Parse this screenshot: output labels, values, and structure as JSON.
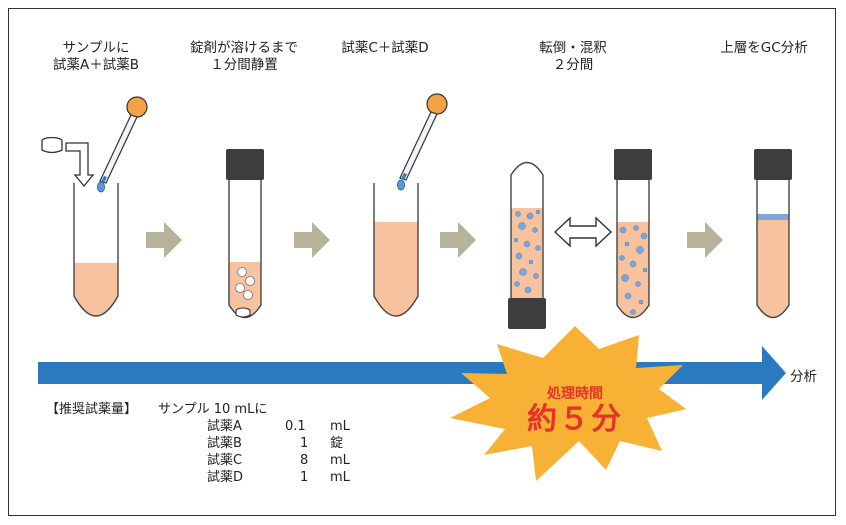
{
  "steps": [
    {
      "line1": "サンプルに",
      "line2": "試薬A＋試薬B"
    },
    {
      "line1": "錠剤が溶けるまで",
      "line2": "１分間静置"
    },
    {
      "line1": "試薬C＋試薬D",
      "line2": ""
    },
    {
      "line1": "転倒・混釈",
      "line2": "２分間"
    },
    {
      "line1": "上層をGC分析",
      "line2": ""
    }
  ],
  "timeline_end_label": "分析",
  "burst": {
    "line1": "処理時間",
    "line2": "約５分"
  },
  "recommended": {
    "heading": "【推奨試薬量】",
    "sample": "サンプル 10 mLに",
    "rows": [
      {
        "name": "試薬A",
        "amount": "0.1",
        "unit": "mL"
      },
      {
        "name": "試薬B",
        "amount": "1",
        "unit": "錠"
      },
      {
        "name": "試薬C",
        "amount": "8",
        "unit": "mL"
      },
      {
        "name": "試薬D",
        "amount": "1",
        "unit": "mL"
      }
    ]
  },
  "colors": {
    "liquid": "#f7c29e",
    "timeline": "#2b79bf",
    "arrow": "#b7b29a",
    "burst": "#f7b134",
    "burst_text": "#e8312a",
    "cap": "#3d3d3d",
    "bead": "#7aa6dc"
  }
}
